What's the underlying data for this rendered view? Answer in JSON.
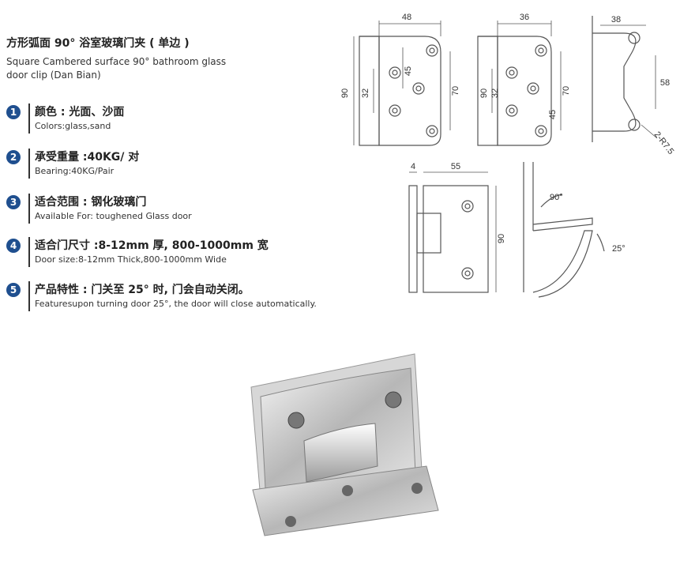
{
  "product": {
    "title_cn": "方形弧面 90° 浴室玻璃门夹 ( 单边 )",
    "title_en": "Square Cambered surface 90° bathroom glass door clip (Dan Bian)"
  },
  "features": [
    {
      "num": "1",
      "cn": "颜色 : 光面、沙面",
      "en": "Colors:glass,sand"
    },
    {
      "num": "2",
      "cn": "承受重量 :40KG/ 对",
      "en": "Bearing:40KG/Pair"
    },
    {
      "num": "3",
      "cn": "适合范围 : 钢化玻璃门",
      "en": "Available For: toughened Glass door"
    },
    {
      "num": "4",
      "cn": "适合门尺寸 :8-12mm 厚, 800-1000mm 宽",
      "en": "Door size:8-12mm Thick,800-1000mm Wide"
    },
    {
      "num": "5",
      "cn": "产品特性 : 门关至 25° 时, 门会自动关闭。",
      "en": "Featuresupon turning door 25°, the door will close automatically."
    }
  ],
  "dimensions": {
    "front_width": "48",
    "front_height": "90",
    "front_hole_spacing": "32",
    "front_hole_offset": "45",
    "front_inner_height": "70",
    "rear_width": "36",
    "rear_height": "90",
    "rear_hole_spacing": "32",
    "rear_inner_height": "70",
    "rear_hole_offset": "45",
    "side_width": "38",
    "side_height": "58",
    "side_radius": "2-R7.5",
    "plate_thickness": "4",
    "plate_width": "55",
    "plate_height": "90",
    "angle_open": "90°",
    "angle_close": "25°"
  }
}
